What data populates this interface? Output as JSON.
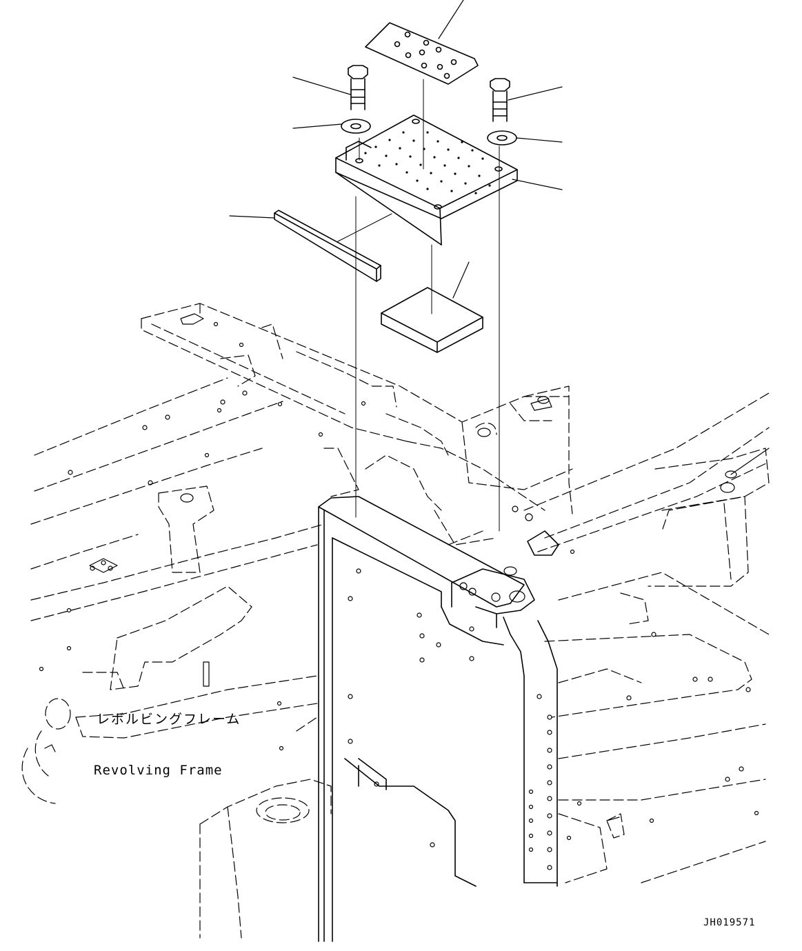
{
  "labels": {
    "frame_jp": "レボルビングフレーム",
    "frame_en": "Revolving Frame",
    "drawing_id": "JH019571"
  },
  "icons": {
    "bolt": "hex-bolt-icon",
    "washer": "washer-icon"
  },
  "colors": {
    "line": "#000000",
    "background": "#ffffff"
  }
}
